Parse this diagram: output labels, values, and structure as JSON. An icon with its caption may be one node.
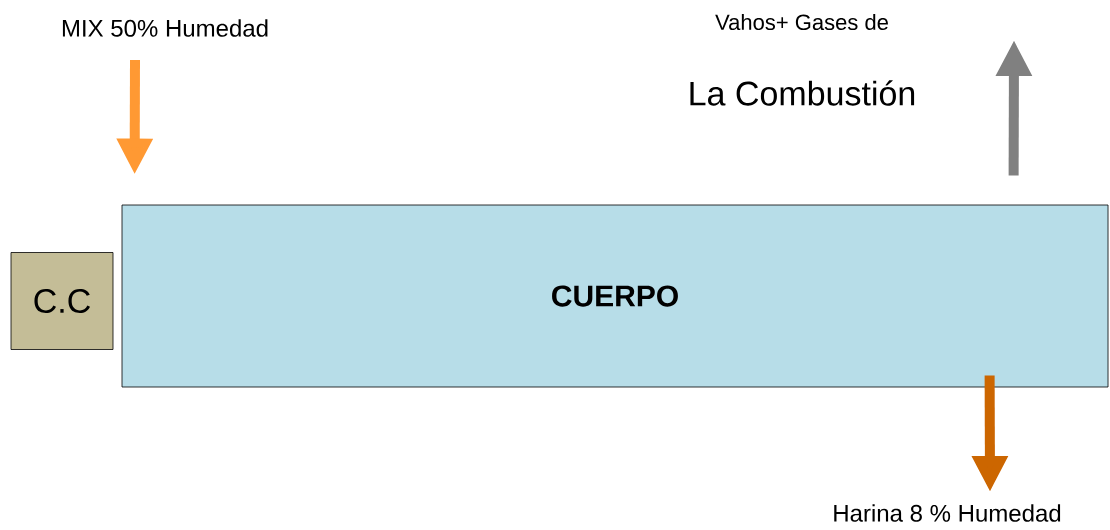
{
  "diagram": {
    "nodes": [
      {
        "text": [
          "MIX 50% Humedad"
        ]
      },
      {
        "text": [
          "C.C"
        ]
      },
      {
        "text": [
          "**CUERPO**"
        ]
      },
      {
        "text": [
          "Harina 8 % Humedad"
        ]
      }
    ],
    "edges": [
      {
        "from": 0,
        "to": 2,
        "arrow": "to",
        "color": "#ff9933"
      },
      {
        "from": 2,
        "to": null,
        "arrow": "to",
        "color": "#808080"
      },
      {
        "from": 2,
        "to": 3,
        "arrow": "to",
        "color": "#cc6600"
      }
    ],
    "labels": [
      "Vahos+ Gases de",
      "La Combustión"
    ]
  }
}
